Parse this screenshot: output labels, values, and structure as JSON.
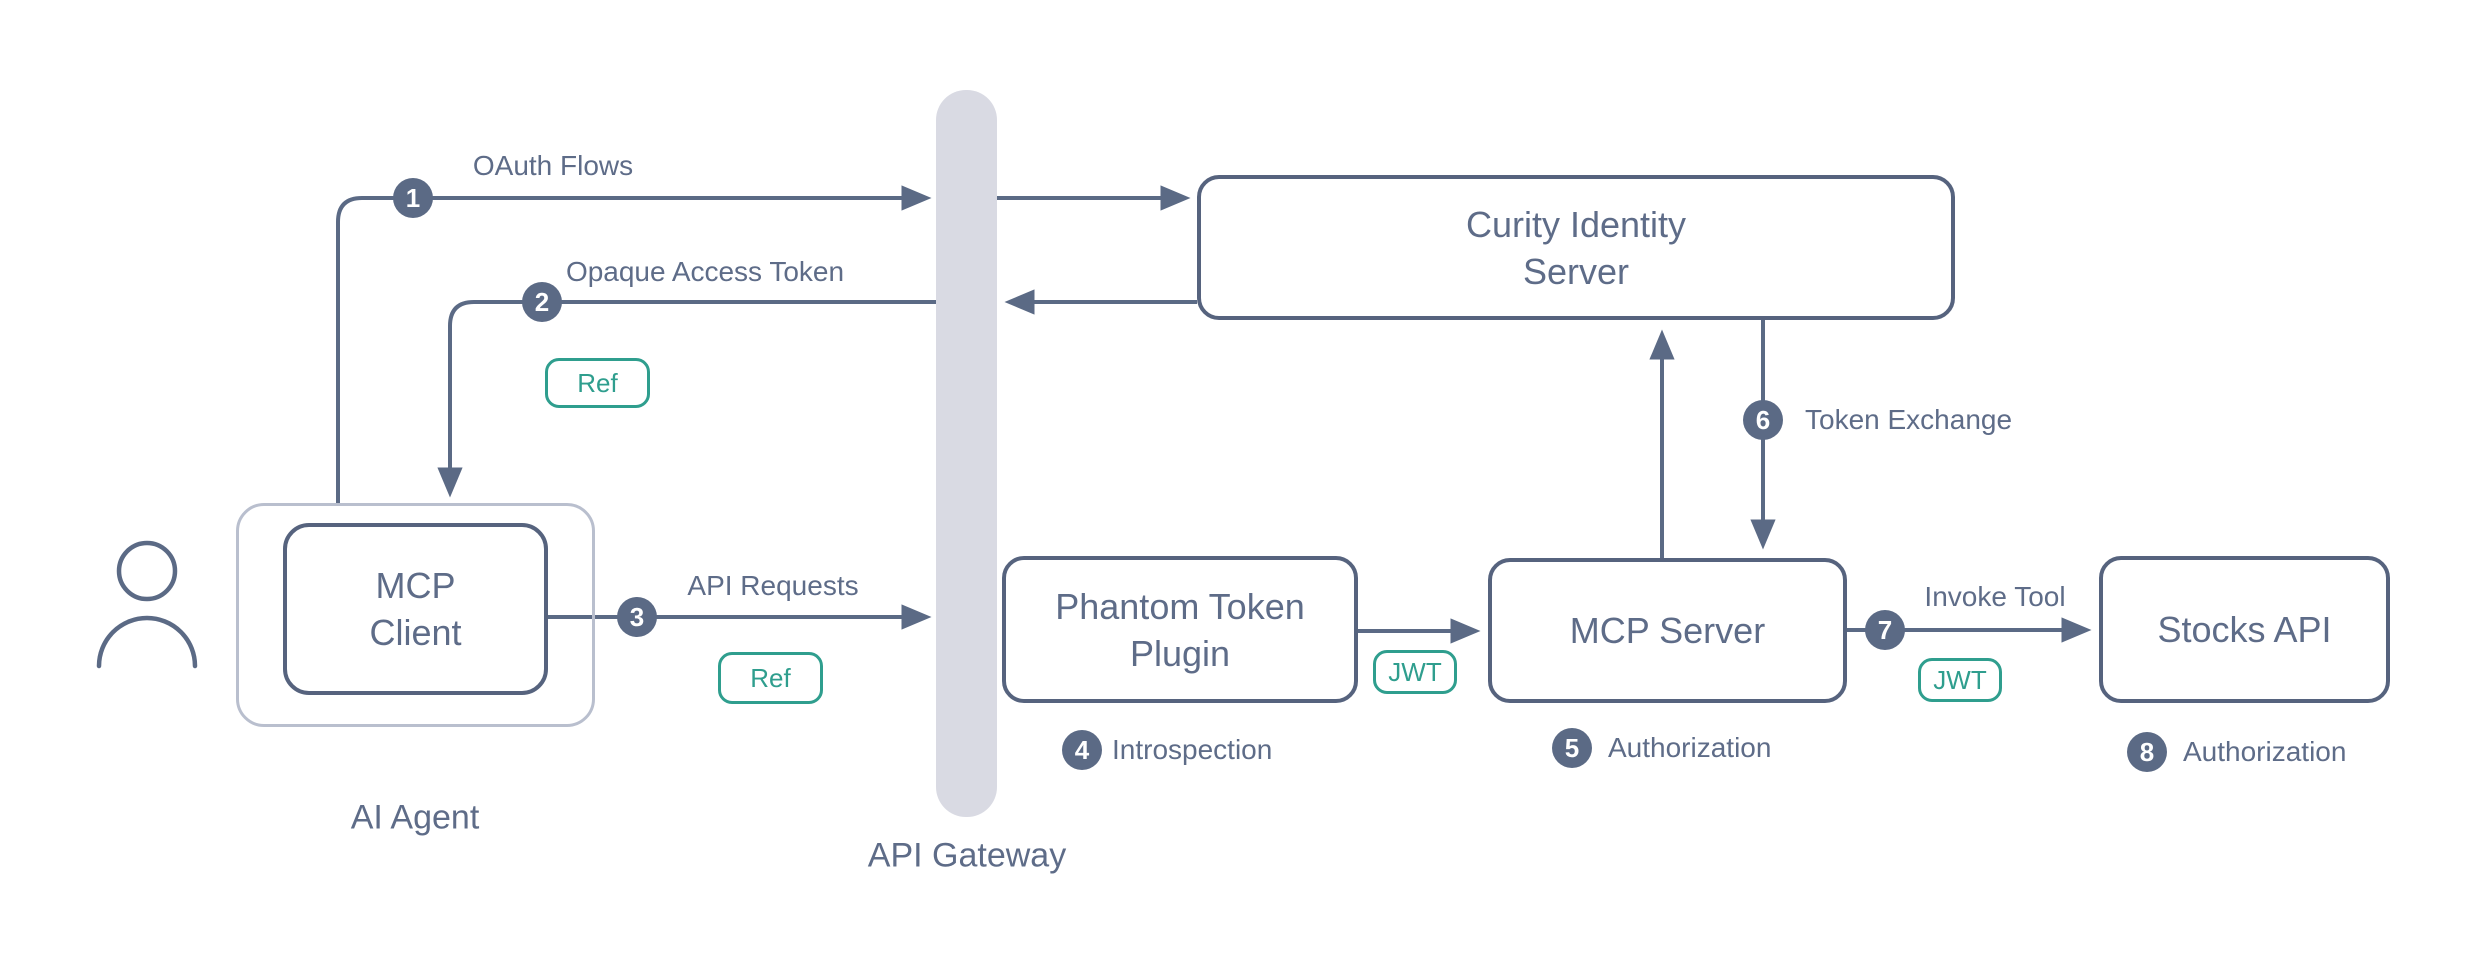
{
  "nodes": {
    "ai_agent": {
      "caption": "AI Agent"
    },
    "mcp_client": {
      "label": "MCP\nClient"
    },
    "api_gateway": {
      "caption": "API Gateway"
    },
    "curity": {
      "label": "Curity Identity\nServer"
    },
    "phantom": {
      "label": "Phantom Token\nPlugin"
    },
    "mcp_server": {
      "label": "MCP Server"
    },
    "stocks_api": {
      "label": "Stocks API"
    }
  },
  "steps": [
    {
      "num": "1",
      "label": "OAuth Flows"
    },
    {
      "num": "2",
      "label": "Opaque Access Token"
    },
    {
      "num": "3",
      "label": "API Requests"
    },
    {
      "num": "4",
      "label": "Introspection"
    },
    {
      "num": "5",
      "label": "Authorization"
    },
    {
      "num": "6",
      "label": "Token Exchange"
    },
    {
      "num": "7",
      "label": "Invoke Tool"
    },
    {
      "num": "8",
      "label": "Authorization"
    }
  ],
  "badges": {
    "ref": "Ref",
    "jwt": "JWT"
  },
  "icons": {
    "user": "person-icon"
  },
  "colors": {
    "line": "#5b6a85",
    "text": "#5e6c88",
    "node_border": "#56637e",
    "teal": "#2f9e8e",
    "gateway_bar": "#d9dae3",
    "agent_border": "#b9bfce"
  }
}
